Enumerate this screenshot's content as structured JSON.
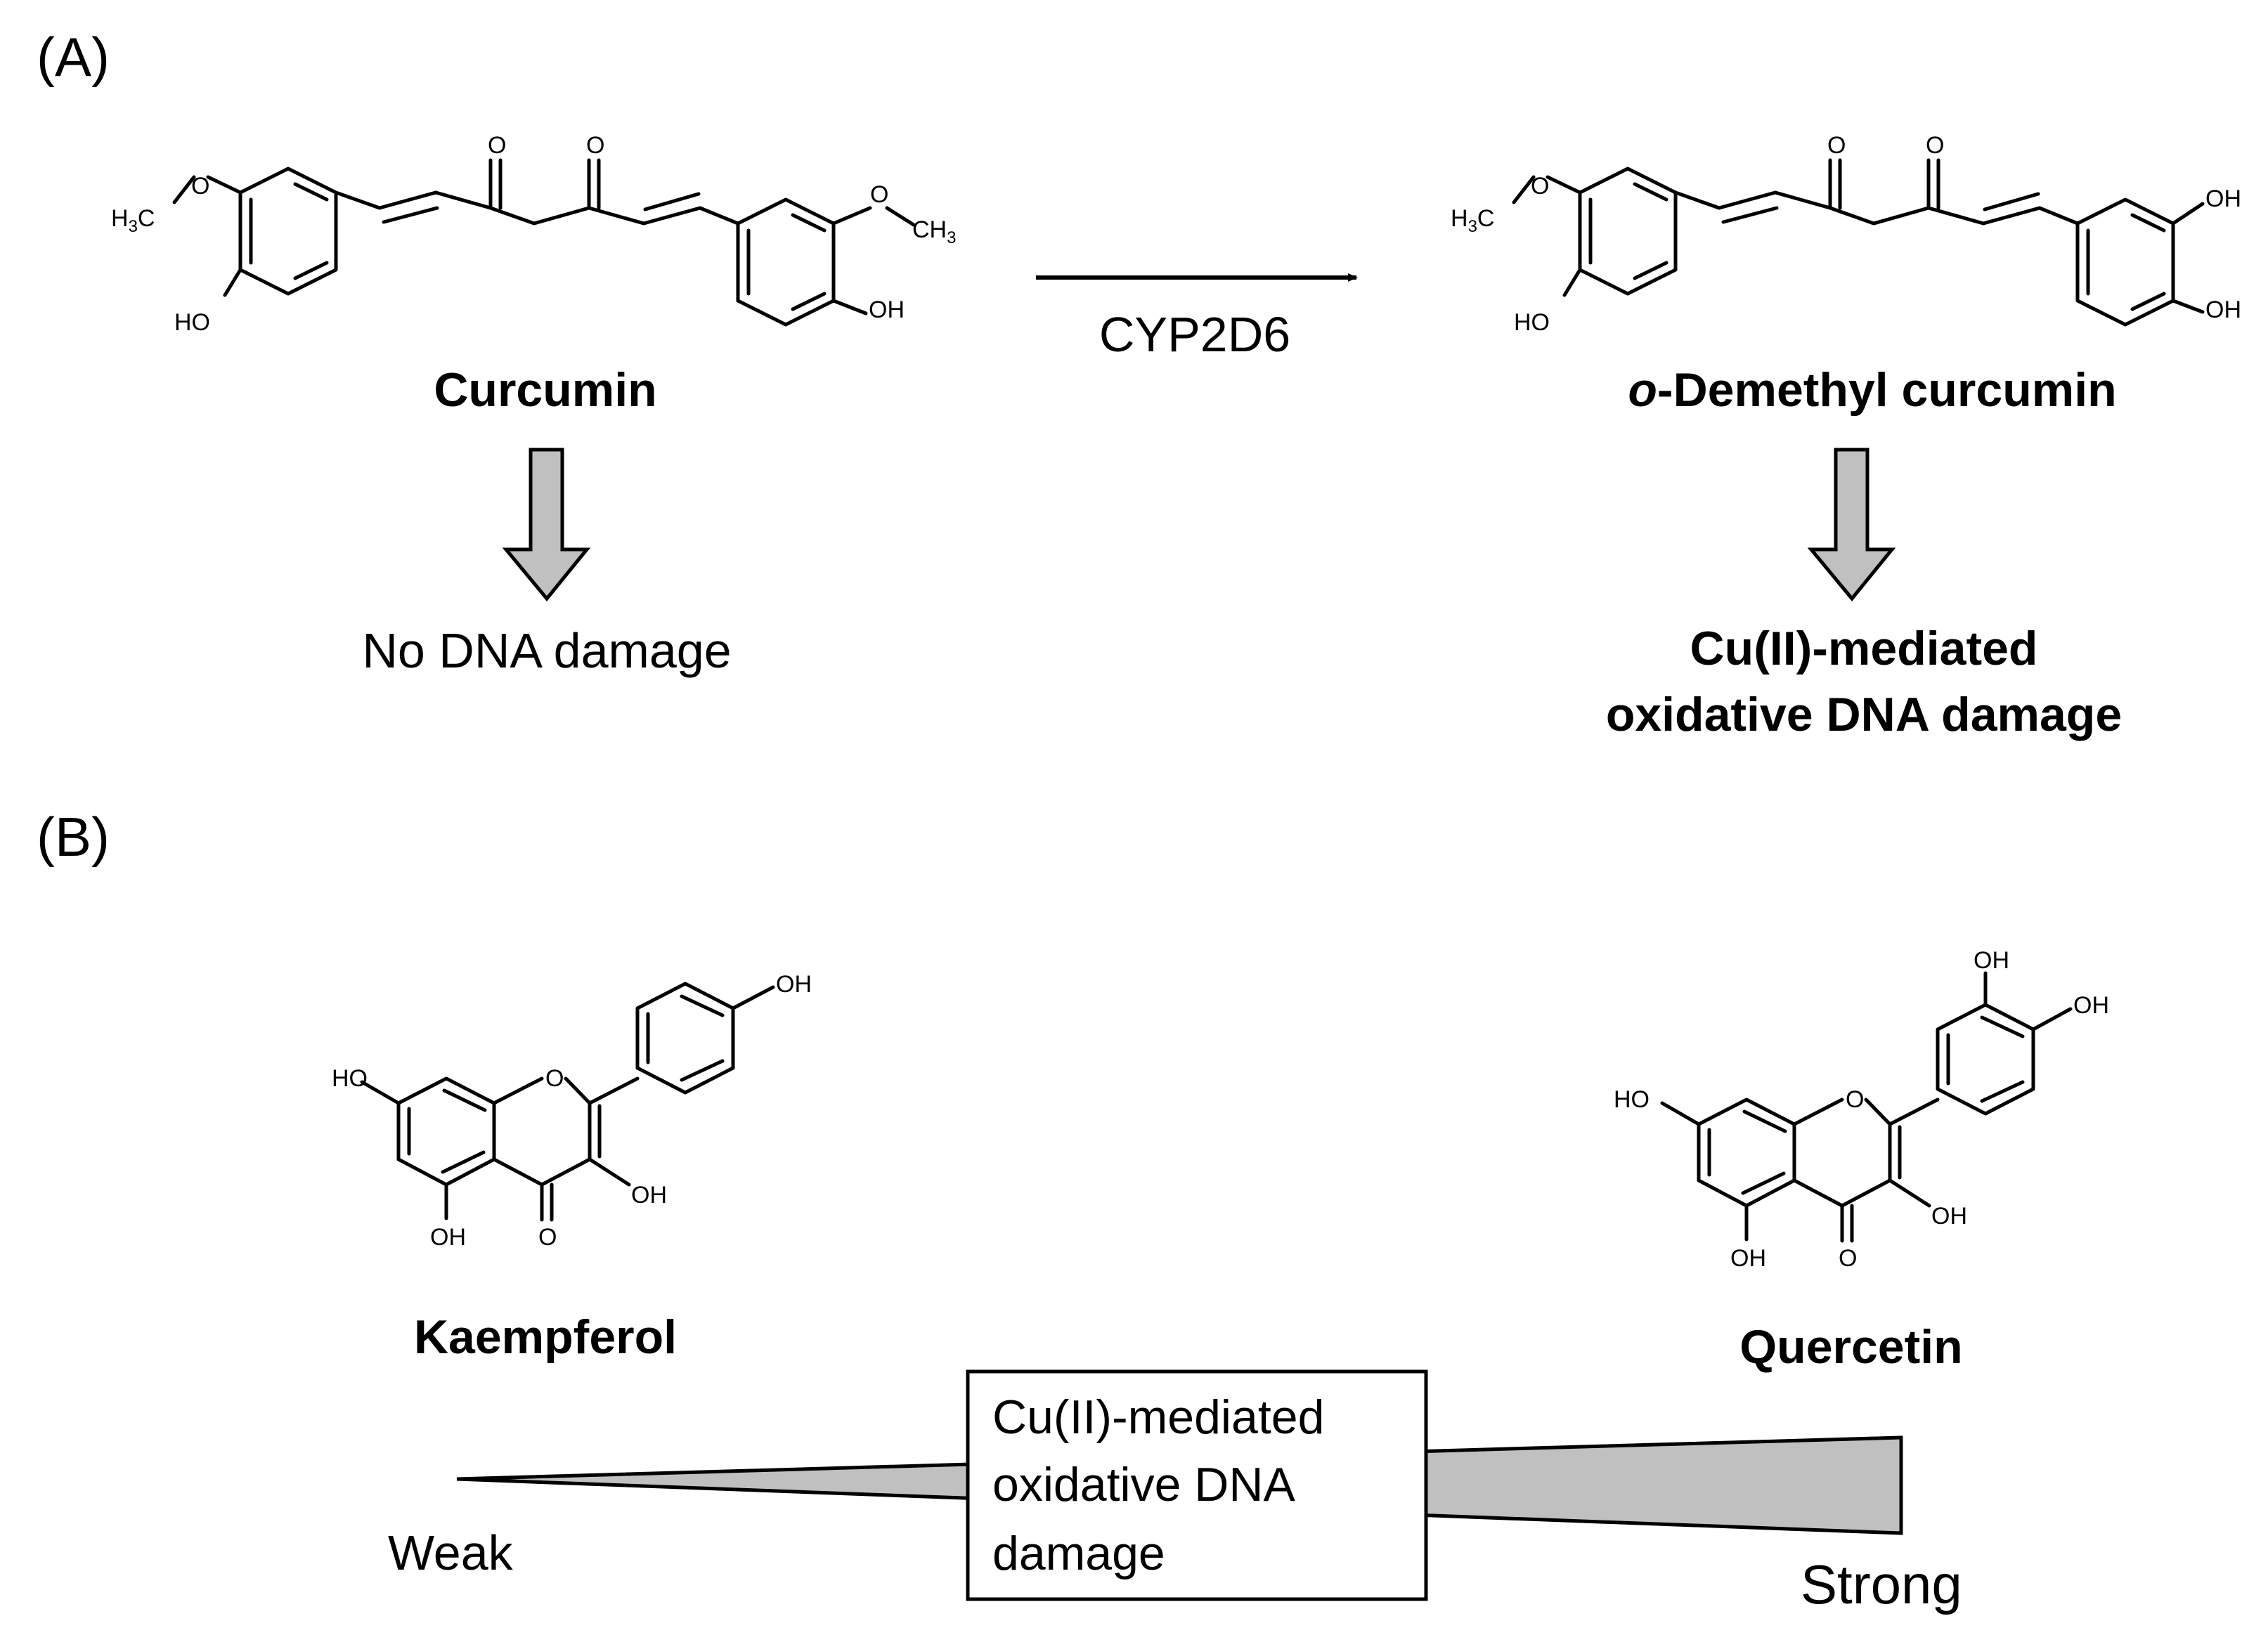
{
  "panels": {
    "a": "(A)",
    "b": "(B)"
  },
  "panel_a": {
    "curcumin": {
      "name": "Curcumin",
      "atoms": {
        "o1": "O",
        "o2": "O",
        "ome_left_o": "O",
        "ome_left_h3": "H",
        "ome_left_3": "3",
        "ome_left_c": "C",
        "ho_left": "HO",
        "ome_right_o": "O",
        "ome_right_ch": "CH",
        "ome_right_3": "3",
        "oh_right": "OH"
      }
    },
    "enzyme": "CYP2D6",
    "demethyl": {
      "name_italic": "o",
      "name_rest": "-Demethyl curcumin",
      "atoms": {
        "o1": "O",
        "o2": "O",
        "ome_left_o": "O",
        "ome_left_h3": "H",
        "ome_left_3": "3",
        "ome_left_c": "C",
        "ho_left": "HO",
        "oh_top": "OH",
        "oh_bottom": "OH"
      }
    },
    "curcumin_outcome": "No DNA damage",
    "demethyl_outcome_line1": "Cu(II)-mediated",
    "demethyl_outcome_line2": "oxidative DNA damage"
  },
  "panel_b": {
    "kaempferol": {
      "name": "Kaempferol",
      "atoms": {
        "ho7": "HO",
        "o_ring": "O",
        "oh4p": "OH",
        "oh3": "OH",
        "oh5": "OH",
        "o4": "O"
      }
    },
    "quercetin": {
      "name": "Quercetin",
      "atoms": {
        "ho7": "HO",
        "o_ring": "O",
        "oh3p": "OH",
        "oh4p": "OH",
        "oh3": "OH",
        "oh5": "OH",
        "o4": "O"
      }
    },
    "scale_weak": "Weak",
    "scale_strong": "Strong",
    "box_line1": "Cu(II)-mediated",
    "box_line2": "oxidative DNA",
    "box_line3": "damage"
  },
  "colors": {
    "arrow_fill": "#c0c0c0",
    "wedge_fill": "#c0c0c0",
    "ink": "#000000"
  }
}
